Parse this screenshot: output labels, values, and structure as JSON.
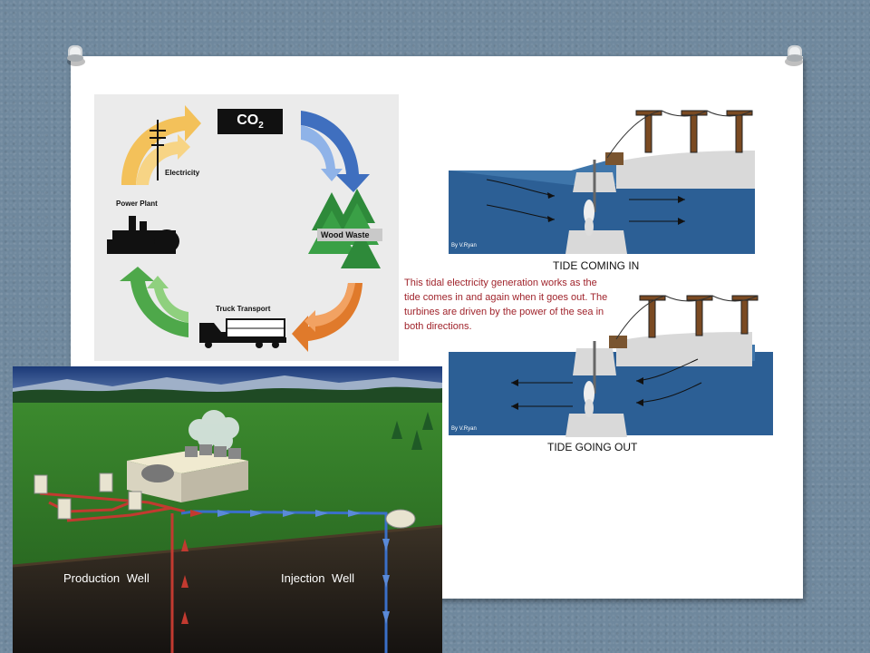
{
  "biomass": {
    "co2": "CO",
    "co2_sub": "2",
    "electricity": "Electricity",
    "power_plant": "Power Plant",
    "wood_waste": "Wood Waste",
    "truck_transport": "Truck Transport"
  },
  "tidal": {
    "credit_top": "By V.Ryan",
    "label_in": "TIDE COMING IN",
    "description": "This tidal electricity generation works as the tide comes in and again when it goes out. The turbines are driven by the power of the sea in both directions.",
    "credit_bottom": "By V.Ryan",
    "label_out": "TIDE GOING OUT"
  },
  "geothermal": {
    "production_well": "Production Well",
    "injection_well": "Injection Well"
  }
}
